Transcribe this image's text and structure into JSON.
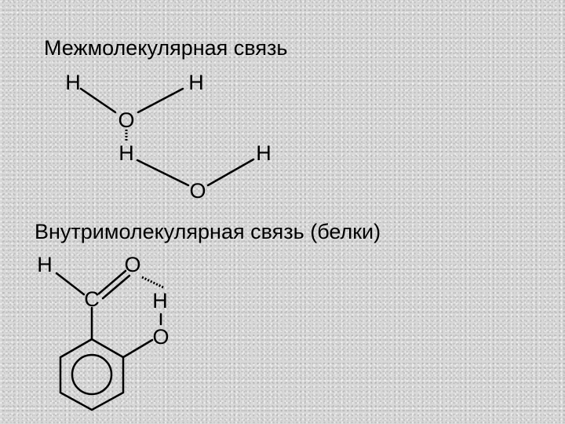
{
  "headings": {
    "intermolecular": "Межмолекулярная связь",
    "intramolecular": "Внутримолекулярная связь (белки)"
  },
  "molecule1": {
    "h_left": "H",
    "h_right": "H",
    "oxygen": "O"
  },
  "molecule2": {
    "h_bridge": "H",
    "h_right": "H",
    "oxygen": "O"
  },
  "molecule3": {
    "h_aldehyde": "H",
    "carbon": "C",
    "carbonyl_oxygen": "O",
    "hydroxyl_hydrogen": "H",
    "hydroxyl_oxygen": "O"
  },
  "colors": {
    "background": "#d8d8d8",
    "ink": "#000000"
  }
}
